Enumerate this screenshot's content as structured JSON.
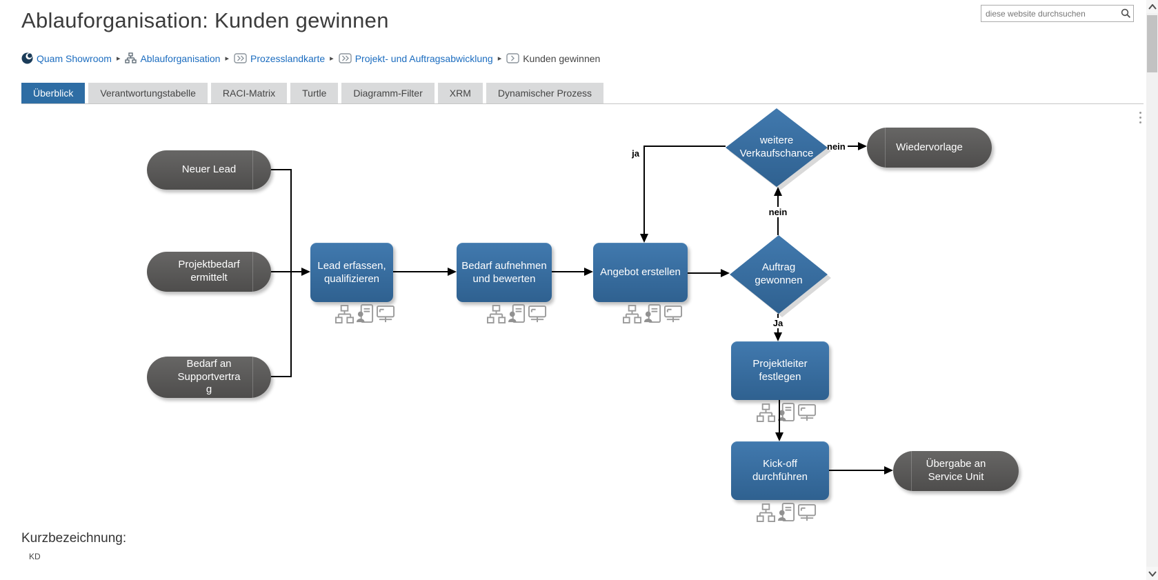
{
  "window": {
    "title": "Ablauforganisation: Kunden gewinnen"
  },
  "search": {
    "placeholder": "diese website durchsuchen",
    "icon": "magnifier-icon"
  },
  "breadcrumb": {
    "separator": "▸",
    "items": [
      {
        "label": "Quam Showroom",
        "icon": "quam-logo",
        "link": true
      },
      {
        "label": "Ablauforganisation",
        "icon": "orgchart",
        "link": true
      },
      {
        "label": "Prozesslandkarte",
        "icon": "double-chevron-box",
        "link": true
      },
      {
        "label": "Projekt- und Auftragsabwicklung",
        "icon": "double-chevron-box",
        "link": true
      },
      {
        "label": "Kunden gewinnen",
        "icon": "single-chevron-box",
        "link": false
      }
    ]
  },
  "tabs": [
    {
      "label": "Überblick",
      "active": true
    },
    {
      "label": "Verantwortungstabelle",
      "active": false
    },
    {
      "label": "RACI-Matrix",
      "active": false
    },
    {
      "label": "Turtle",
      "active": false
    },
    {
      "label": "Diagramm-Filter",
      "active": false
    },
    {
      "label": "XRM",
      "active": false
    },
    {
      "label": "Dynamischer Prozess",
      "active": false
    }
  ],
  "diagram": {
    "nodes": {
      "neuer_lead": {
        "label": "Neuer Lead",
        "type": "start-event"
      },
      "projektbedarf": {
        "label": "Projektbedarf ermittelt",
        "type": "start-event"
      },
      "bedarf_support": {
        "label": "Bedarf an Supportvertrag",
        "type": "start-event"
      },
      "lead_erfassen": {
        "label": "Lead erfassen, qualifizieren",
        "type": "process"
      },
      "bedarf_aufnehmen": {
        "label": "Bedarf aufnehmen und bewerten",
        "type": "process"
      },
      "angebot": {
        "label": "Angebot erstellen",
        "type": "process"
      },
      "weitere_chance": {
        "label": "weitere Verkaufschance",
        "type": "decision"
      },
      "auftrag": {
        "label": "Auftrag gewonnen",
        "type": "decision"
      },
      "wiedervorlage": {
        "label": "Wiedervorlage",
        "type": "end-event"
      },
      "projektleiter": {
        "label": "Projektleiter festlegen",
        "type": "process"
      },
      "kickoff": {
        "label": "Kick-off durchführen",
        "type": "process"
      },
      "uebergabe": {
        "label": "Übergabe an Service Unit",
        "type": "end-event"
      }
    },
    "edge_labels": {
      "ja": "ja",
      "nein_vertical": "nein",
      "nein_horizontal": "nein",
      "ja_vertical": "Ja"
    },
    "attachment_icons": [
      "orgchart-icon",
      "person-document-icon",
      "monitor-icon"
    ]
  },
  "footer": {
    "label": "Kurzbezeichnung:",
    "value": "KD"
  },
  "colors": {
    "accent_blue": "#2e6da4",
    "process_fill_top": "#4179ae",
    "process_fill_bottom": "#2f6190",
    "event_fill": "#575757",
    "link_blue": "#1b6cbf",
    "edge_black": "#000000"
  }
}
